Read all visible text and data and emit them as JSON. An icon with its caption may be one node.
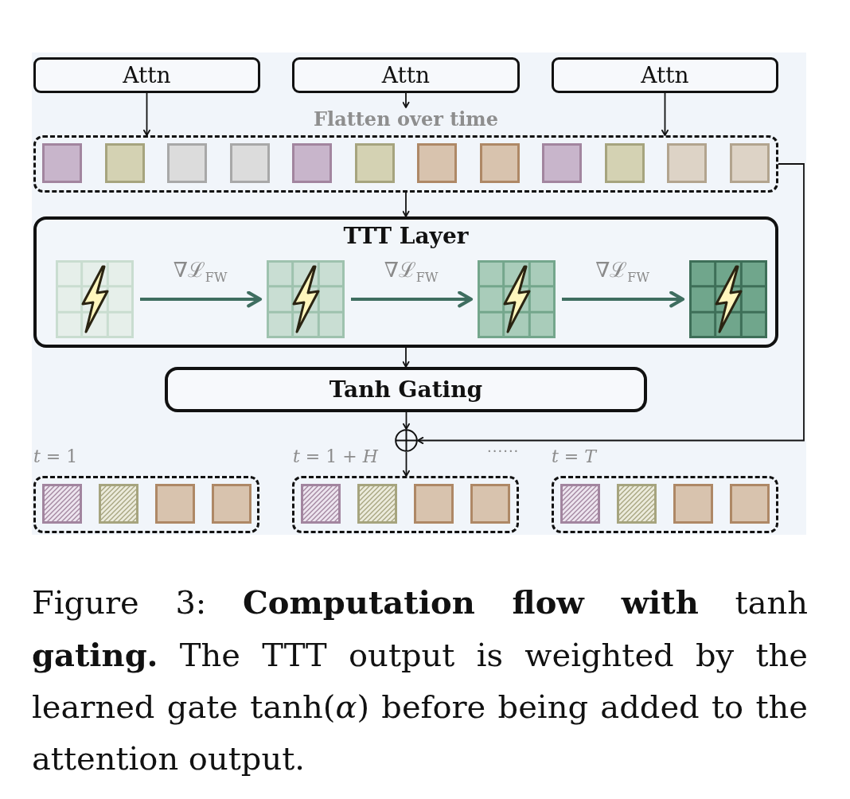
{
  "diagram": {
    "caption": "Figure 3: **Computation flow with** tanh **gating.** The TTT output is weighted by the learned gate tanh(*α*) before being added to the attention output.",
    "nodes": [
      {
        "text": [
          "Attn"
        ]
      },
      {
        "text": [
          "Attn"
        ]
      },
      {
        "text": [
          "Attn"
        ]
      },
      {
        "text": [
          "Flatten over time"
        ]
      },
      {
        "text": [
          "TTT Layer"
        ]
      },
      {
        "text": [],
        "shape": "box",
        "in": 4
      },
      {
        "text": [],
        "shape": "box",
        "in": 4
      },
      {
        "text": [],
        "shape": "box",
        "in": 4
      },
      {
        "text": [],
        "shape": "box",
        "in": 4
      },
      {
        "text": [
          "Tanh Gating"
        ]
      },
      {
        "text": [],
        "shape": "circle"
      },
      {
        "text": [],
        "shape": "box",
        "beside": [
          "*t* = 1"
        ]
      },
      {
        "text": [],
        "shape": "box",
        "beside": [
          "*t* = 1 + *H*"
        ]
      },
      {
        "text": [],
        "shape": "box",
        "beside": [
          "*t* = *T*"
        ]
      }
    ],
    "edges": [
      {
        "from": 0,
        "to": 3,
        "arrow": "to"
      },
      {
        "from": 1,
        "to": 3,
        "arrow": "to"
      },
      {
        "from": 2,
        "to": 3,
        "arrow": "to"
      },
      {
        "from": 3,
        "to": 4,
        "arrow": "to"
      },
      {
        "from": 5,
        "to": 6,
        "arrow": "to",
        "label": "∇ℒ$_{FW}$",
        "style": "thick",
        "color": "#3f6e60"
      },
      {
        "from": 6,
        "to": 7,
        "arrow": "to",
        "label": "∇ℒ$_{FW}$",
        "style": "thick",
        "color": "#3f6e60"
      },
      {
        "from": 7,
        "to": 8,
        "arrow": "to",
        "label": "∇ℒ$_{FW}$",
        "style": "thick",
        "color": "#3f6e60"
      },
      {
        "from": 4,
        "to": 9,
        "arrow": "to"
      },
      {
        "from": 9,
        "to": 10,
        "arrow": "to"
      },
      {
        "from": 3,
        "to": 10,
        "arrow": "to"
      },
      {
        "from": 10,
        "to": 12,
        "arrow": "to"
      }
    ],
    "labels": [
      "······"
    ]
  }
}
